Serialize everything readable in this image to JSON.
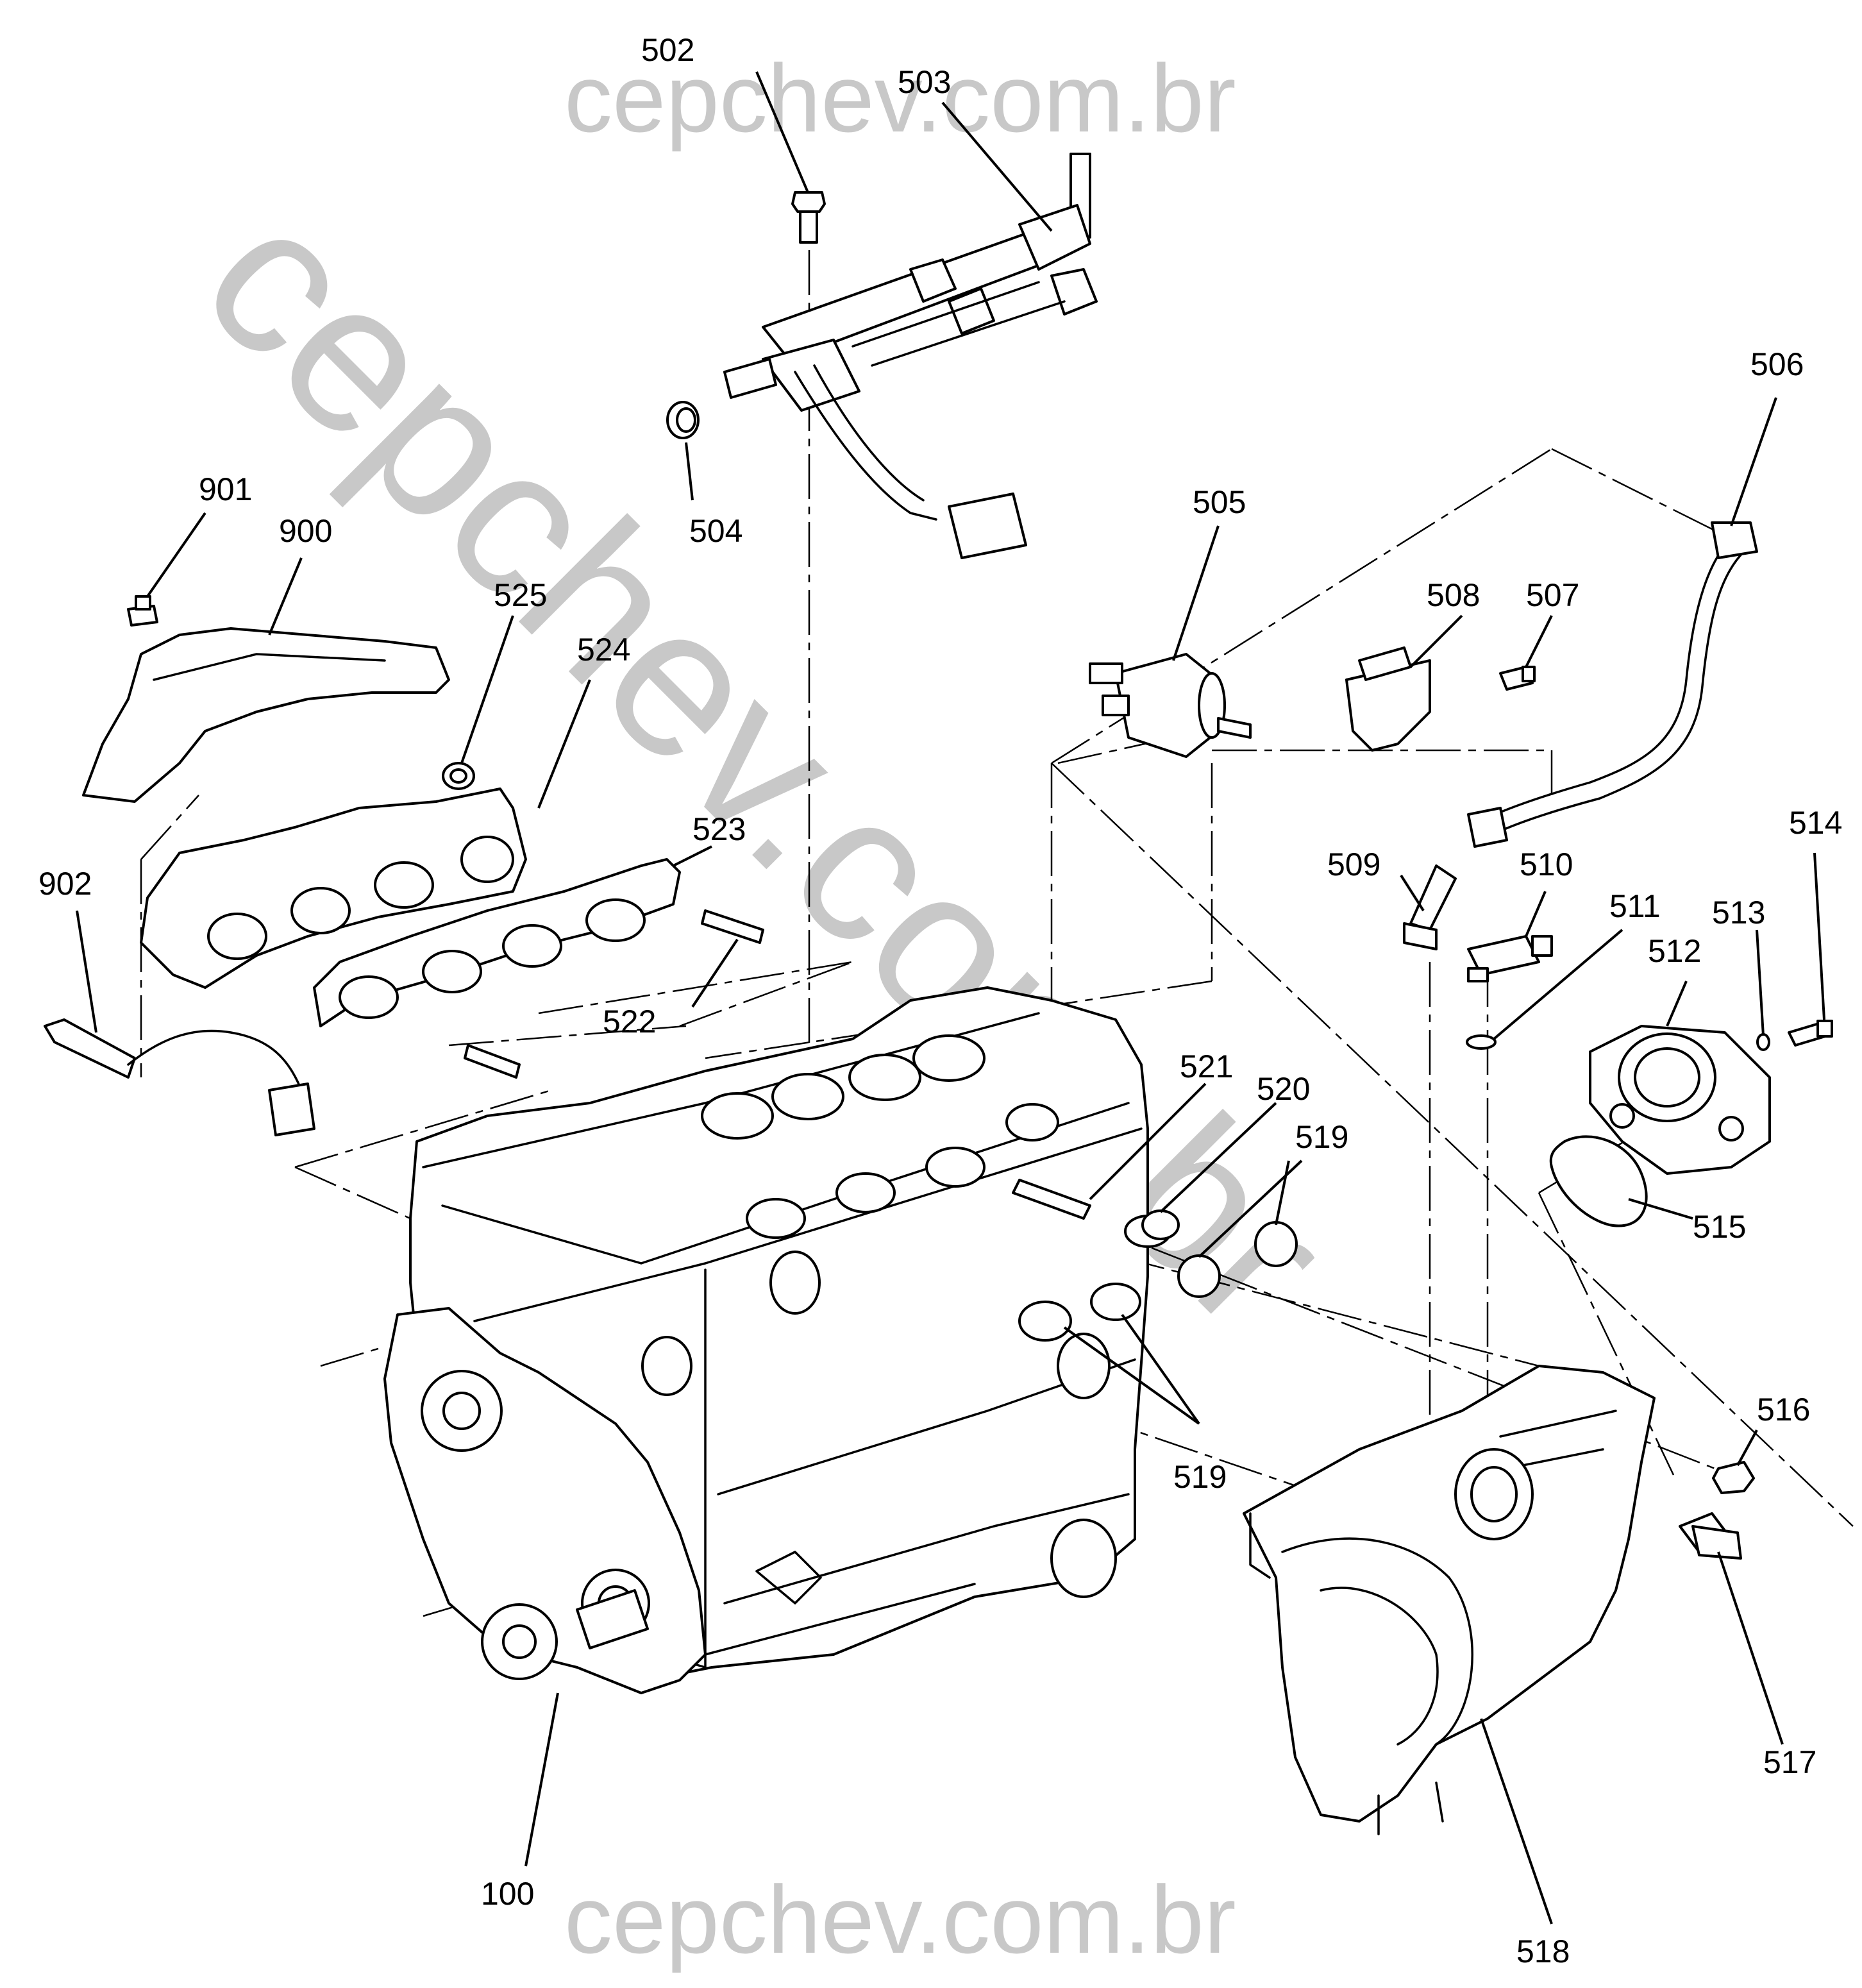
{
  "watermark": {
    "top": "cepchev.com.br",
    "bottom": "cepchev.com.br",
    "diagonal": "cepchev.com.br"
  },
  "callouts": {
    "c100": "100",
    "c502": "502",
    "c503": "503",
    "c504": "504",
    "c505": "505",
    "c506": "506",
    "c507": "507",
    "c508": "508",
    "c509": "509",
    "c510": "510",
    "c511": "511",
    "c512": "512",
    "c513": "513",
    "c514": "514",
    "c515": "515",
    "c516": "516",
    "c517": "517",
    "c518": "518",
    "c519a": "519",
    "c519b": "519",
    "c520": "520",
    "c521": "521",
    "c522": "522",
    "c523": "523",
    "c524": "524",
    "c525": "525",
    "c900": "900",
    "c901": "901",
    "c902": "902"
  }
}
